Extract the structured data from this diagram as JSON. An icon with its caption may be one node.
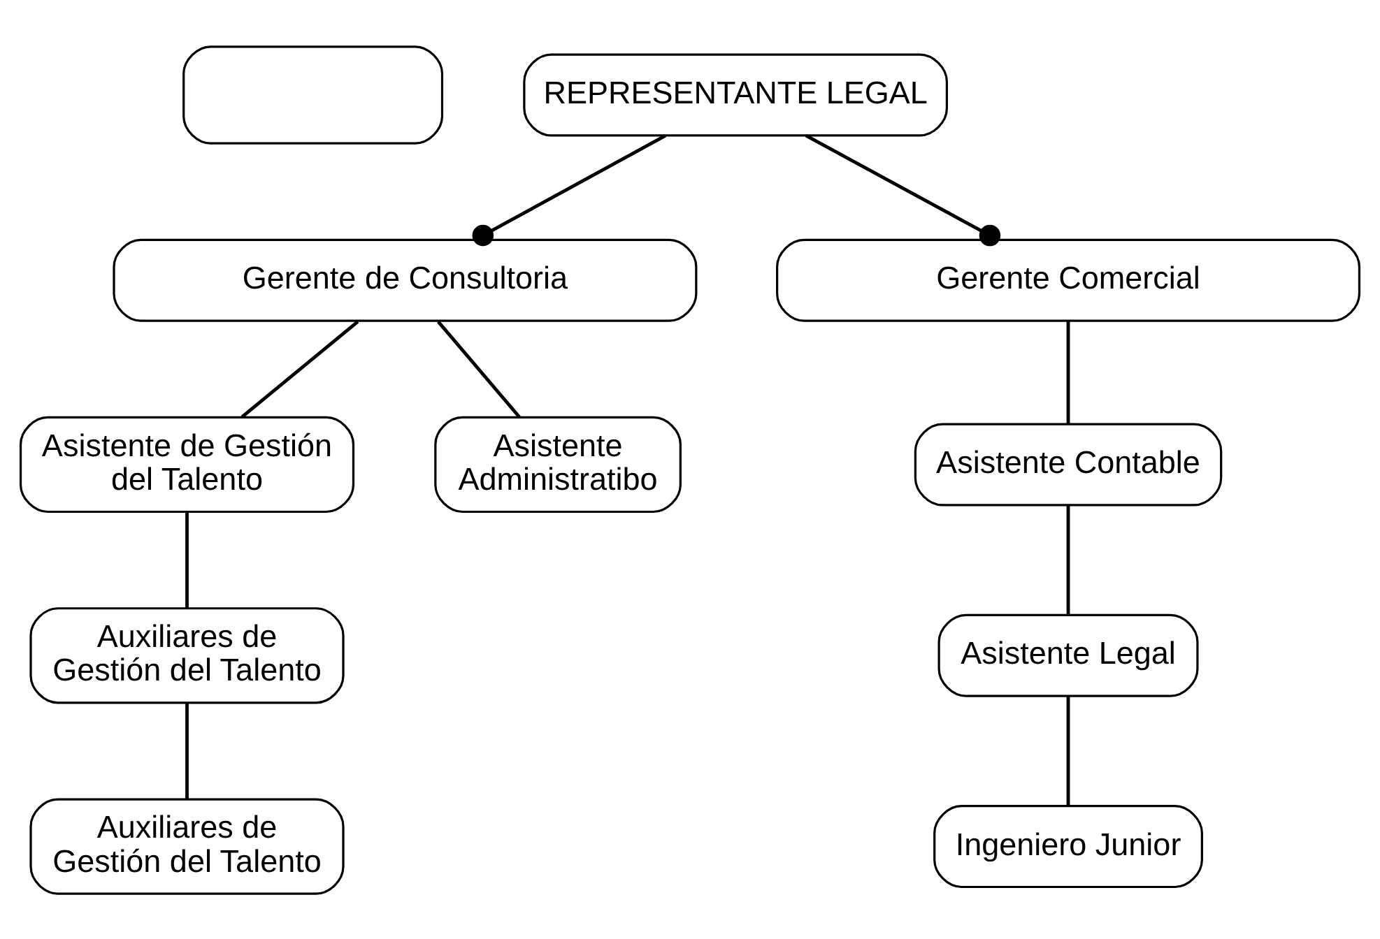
{
  "diagram": {
    "nodes": [
      {
        "text": [],
        "shape": "box"
      },
      {
        "text": [
          "REPRESENTANTE LEGAL"
        ]
      },
      {
        "text": [
          "Gerente de Consultoria"
        ]
      },
      {
        "text": [
          "Gerente Comercial"
        ]
      },
      {
        "text": [
          "Asistente de Gestión del Talento"
        ]
      },
      {
        "text": [
          "Asistente Administratibo"
        ]
      },
      {
        "text": [
          "Asistente Contable"
        ]
      },
      {
        "text": [
          "Auxiliares de Gestión del Talento"
        ]
      },
      {
        "text": [
          "Auxiliares de Gestión del Talento"
        ]
      },
      {
        "text": [
          "Asistente Legal"
        ]
      },
      {
        "text": [
          "Ingeniero Junior"
        ]
      }
    ],
    "edges": [
      {
        "from": 1,
        "to": 2,
        "arrow": "other"
      },
      {
        "from": 1,
        "to": 3,
        "arrow": "other"
      },
      {
        "from": 2,
        "to": 4,
        "arrow": "none"
      },
      {
        "from": 2,
        "to": 5,
        "arrow": "none"
      },
      {
        "from": 3,
        "to": 6,
        "arrow": "none"
      },
      {
        "from": 4,
        "to": 7,
        "arrow": "none"
      },
      {
        "from": 7,
        "to": 8,
        "arrow": "none"
      },
      {
        "from": 6,
        "to": 9,
        "arrow": "none"
      },
      {
        "from": 9,
        "to": 10,
        "arrow": "none"
      }
    ]
  }
}
